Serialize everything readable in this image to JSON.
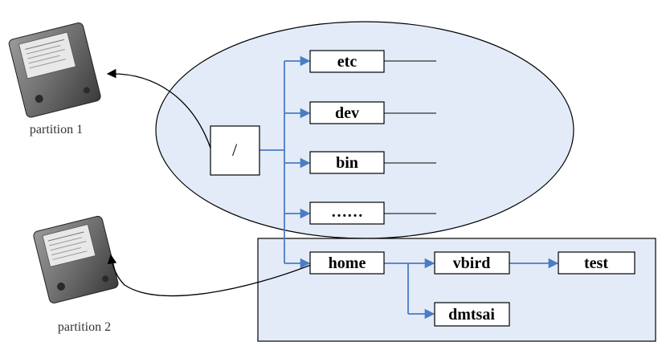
{
  "captions": {
    "partition1": "partition 1",
    "partition2": "partition 2"
  },
  "nodes": {
    "root": "/",
    "etc": "etc",
    "dev": "dev",
    "bin": "bin",
    "more": "……",
    "home": "home",
    "vbird": "vbird",
    "test": "test",
    "dmtsai": "dmtsai"
  },
  "icons": {
    "disk1": "hard-disk-icon",
    "disk2": "hard-disk-icon"
  },
  "colors": {
    "region_fill": "#e3ebf8",
    "region_stroke": "#000000",
    "tree_line": "#4a7cc4",
    "curve": "#000000",
    "box_fill": "#ffffff"
  }
}
